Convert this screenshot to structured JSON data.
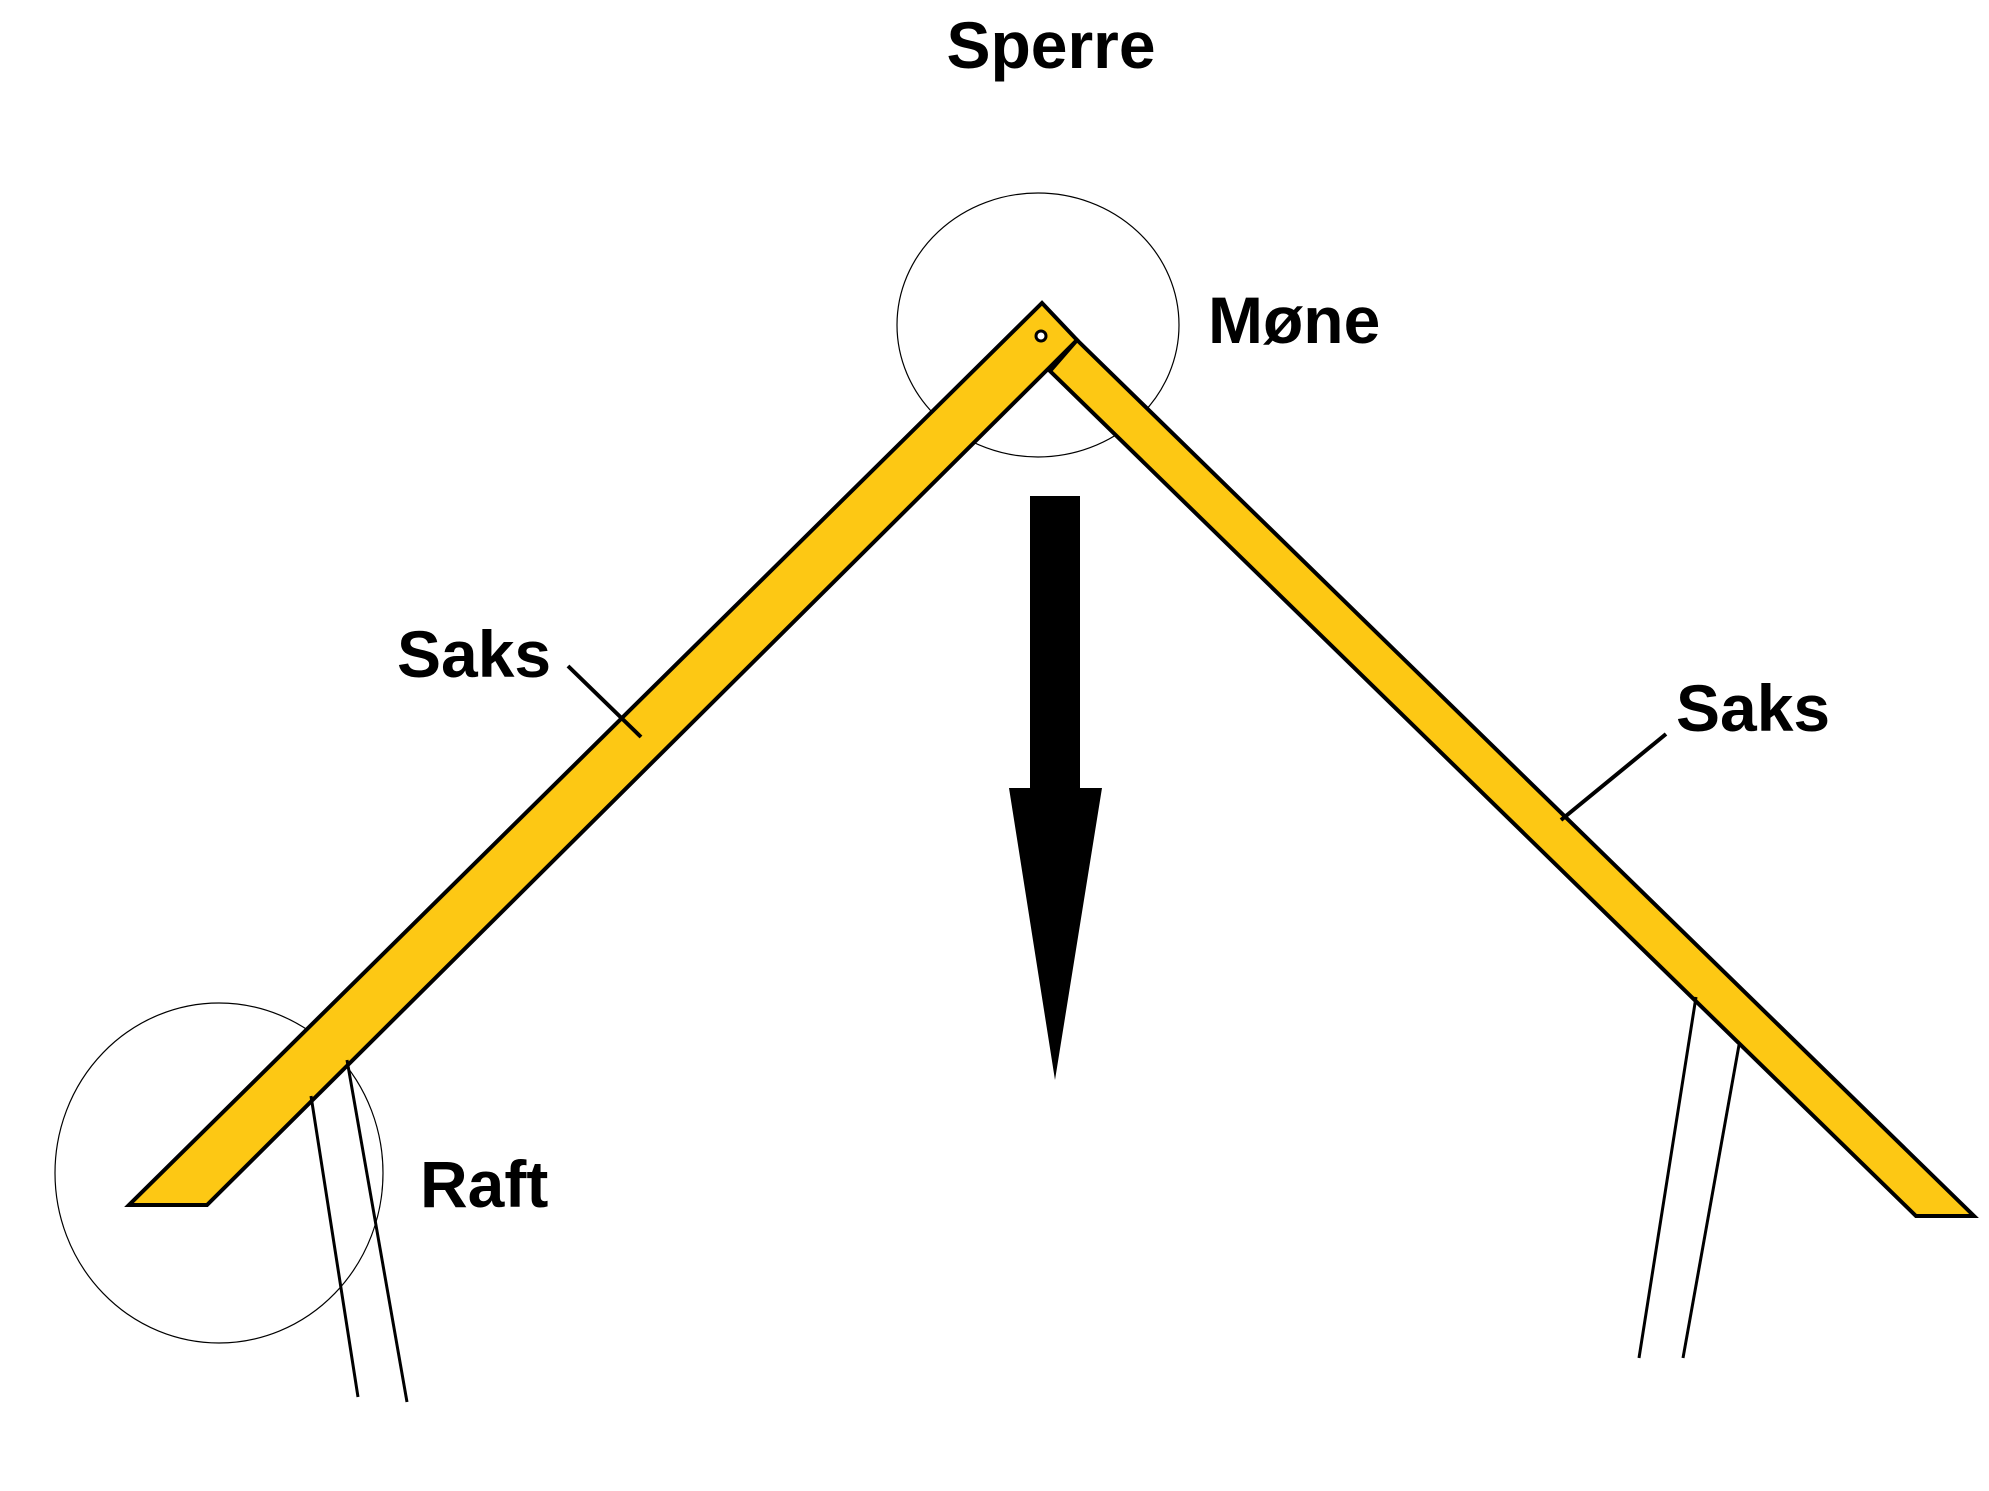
{
  "title": "Sperre",
  "labels": {
    "ridge": "Møne",
    "saks_left": "Saks",
    "saks_right": "Saks",
    "raft": "Raft"
  },
  "colors": {
    "rafter_fill": "#FDC814",
    "outline": "#000000",
    "background": "#FFFFFF"
  }
}
